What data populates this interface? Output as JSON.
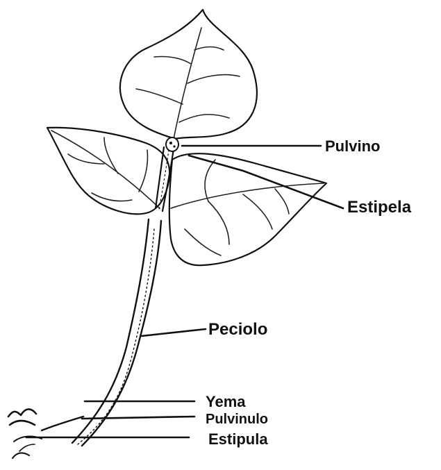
{
  "labels": {
    "pulvino": "Pulvino",
    "estipela": "Estipela",
    "peciolo": "Peciolo",
    "yema": "Yema",
    "pulvinulo": "Pulvinulo",
    "estipula": "Estipula"
  },
  "colors": {
    "ink": "#111111",
    "background": "#ffffff"
  }
}
